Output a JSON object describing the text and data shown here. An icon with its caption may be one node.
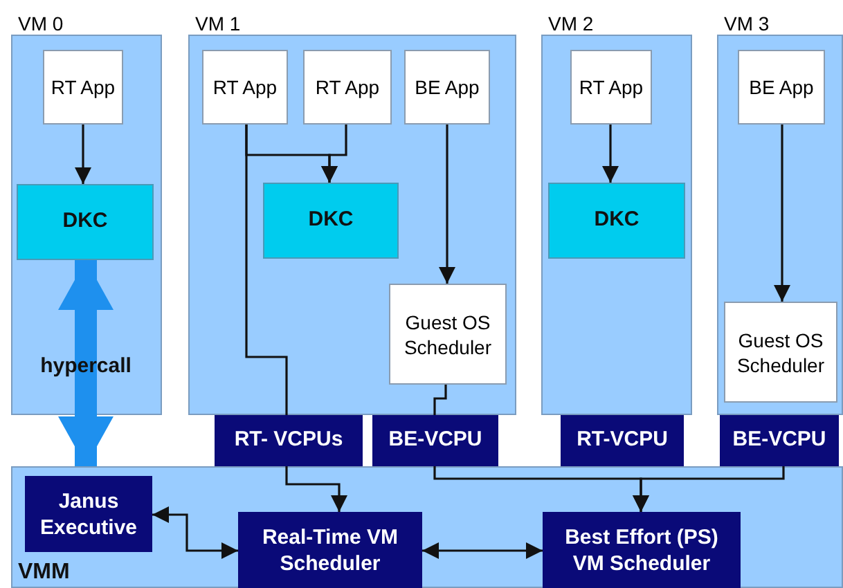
{
  "diagram": {
    "nodes": [
      {
        "text": [
          "VM 0"
        ]
      },
      {
        "text": [
          "RT App"
        ],
        "in": 0
      },
      {
        "text": [
          "DKC"
        ],
        "in": 0
      },
      {
        "text": [
          "VM 1"
        ]
      },
      {
        "text": [
          "RT App"
        ],
        "in": 3
      },
      {
        "text": [
          "RT App"
        ],
        "in": 3
      },
      {
        "text": [
          "BE App"
        ],
        "in": 3
      },
      {
        "text": [
          "DKC"
        ],
        "in": 3
      },
      {
        "text": [
          "Guest OS Scheduler"
        ],
        "in": 3
      },
      {
        "text": [
          "VM 2"
        ]
      },
      {
        "text": [
          "RT App"
        ],
        "in": 9
      },
      {
        "text": [
          "DKC"
        ],
        "in": 9
      },
      {
        "text": [
          "VM 3"
        ]
      },
      {
        "text": [
          "BE App"
        ],
        "in": 12
      },
      {
        "text": [
          "Guest OS Scheduler"
        ],
        "in": 12
      },
      {
        "text": [
          "RT- VCPUs"
        ]
      },
      {
        "text": [
          "BE-VCPU"
        ]
      },
      {
        "text": [
          "RT-VCPU"
        ]
      },
      {
        "text": [
          "BE-VCPU"
        ]
      },
      {
        "text": [
          "VMM"
        ]
      },
      {
        "text": [
          "Janus Executive"
        ],
        "in": 19
      },
      {
        "text": [
          "Real-Time VM Scheduler"
        ],
        "in": 19
      },
      {
        "text": [
          "Best Effort (PS) VM Scheduler"
        ],
        "in": 19
      }
    ],
    "edges": [
      {
        "from": 1,
        "to": 2,
        "arrow": "to"
      },
      {
        "from": 4,
        "to": 7,
        "arrow": "to"
      },
      {
        "from": 5,
        "to": 7,
        "arrow": "to"
      },
      {
        "from": 4,
        "to": 15,
        "arrow": "none"
      },
      {
        "from": 6,
        "to": 8,
        "arrow": "to"
      },
      {
        "from": 8,
        "to": 16,
        "arrow": "none"
      },
      {
        "from": 10,
        "to": 11,
        "arrow": "to"
      },
      {
        "from": 13,
        "to": 14,
        "arrow": "to"
      },
      {
        "from": 2,
        "to": 19,
        "arrow": "both",
        "label": "hypercall",
        "style": "thick",
        "color": "#1e90ee"
      },
      {
        "from": 15,
        "to": 21,
        "arrow": "to"
      },
      {
        "from": 16,
        "to": 22,
        "arrow": "to"
      },
      {
        "from": 18,
        "to": 22,
        "arrow": "to"
      },
      {
        "from": 20,
        "to": 21,
        "arrow": "both"
      },
      {
        "from": 21,
        "to": 22,
        "arrow": "both"
      }
    ]
  }
}
